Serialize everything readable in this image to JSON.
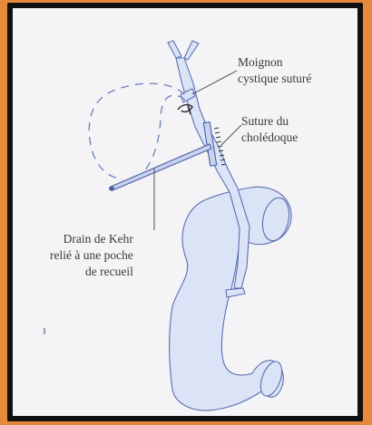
{
  "labels": {
    "moignon": [
      "Moignon",
      "cystique suturé"
    ],
    "suture": [
      "Suture du",
      "cholédoque"
    ],
    "drain": [
      "Drain de Kehr",
      "relié à une poche",
      "de recueil"
    ]
  },
  "colors": {
    "outer_background": "#e58a3a",
    "frame": "#111111",
    "panel": "#f4f4f6",
    "organ_fill": "#dbe3f6",
    "organ_stroke": "#5a6fb0",
    "drain": "#4a5fa5",
    "text": "#3a3a3a"
  }
}
